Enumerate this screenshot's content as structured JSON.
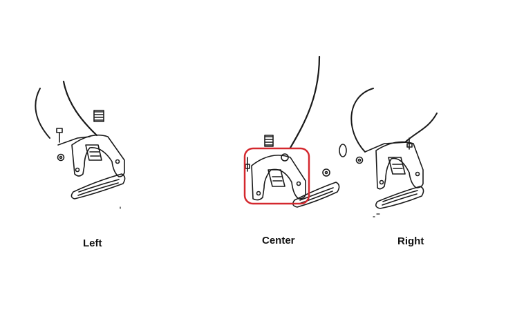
{
  "labels": {
    "left": "Left",
    "center": "Center",
    "right": "Right"
  },
  "colors": {
    "line": "#1a1a1a",
    "highlight": "#d4282e",
    "background": "#ffffff"
  },
  "highlight_target": "center-bracket"
}
